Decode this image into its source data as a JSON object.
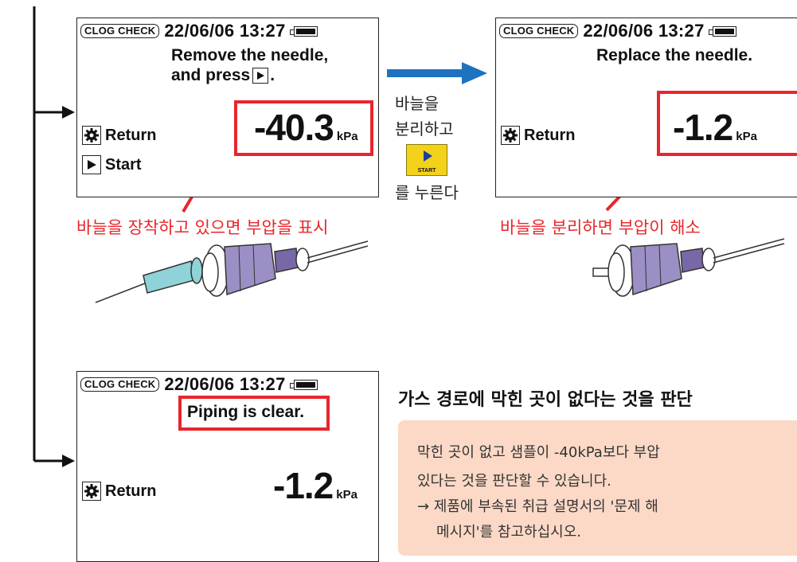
{
  "screen_top_left": {
    "mode": "CLOG CHECK",
    "datetime": "22/06/06 13:27",
    "message_line1": "Remove the needle,",
    "message_line2": "and press",
    "return_label": "Return",
    "start_label": "Start",
    "value": "-40.3",
    "unit": "kPa"
  },
  "screen_top_right": {
    "mode": "CLOG CHECK",
    "datetime": "22/06/06 13:27",
    "message": "Replace the needle.",
    "return_label": "Return",
    "value": "-1.2",
    "unit": "kPa"
  },
  "screen_bottom": {
    "mode": "CLOG CHECK",
    "datetime": "22/06/06 13:27",
    "message": "Piping is clear.",
    "return_label": "Return",
    "value": "-1.2",
    "unit": "kPa"
  },
  "instruction": {
    "line1": "바늘을",
    "line2": "분리하고",
    "key_label": "START",
    "line3": "를 누른다"
  },
  "caption_left": "바늘을 장착하고 있으면 부압을 표시",
  "caption_right": "바늘을 분리하면 부압이 해소",
  "result_heading": "가스 경로에 막힌 곳이 없다는 것을 판단",
  "result_note": {
    "line1": "막힌 곳이 없고 샘플이 -40kPa보다 부압",
    "line2": "있다는 것을 판단할 수 있습니다.",
    "line3": "→ 제품에 부속된 취급 설명서의 '문제 해",
    "line4": "메시지'를 참고하십시오."
  },
  "colors": {
    "highlight_red": "#e8262b",
    "arrow_blue": "#1e72c0",
    "start_key": "#f3d21b",
    "note_bg": "#fbd9c6"
  }
}
